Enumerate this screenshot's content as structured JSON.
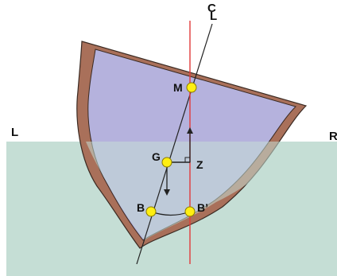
{
  "labels": {
    "centerline": "C",
    "centerline_sub": "L",
    "left_side": "L",
    "right_side": "R",
    "metacenter": "M",
    "center_of_gravity": "G",
    "heel_axis": "Z",
    "center_of_buoyancy": "B",
    "shifted_center_of_buoyancy": "B’"
  },
  "colors": {
    "water": "#c5ded5",
    "hull_interior": "#b5b2dd",
    "hull_shell": "#a9705a",
    "shell_outline": "#3b2a22",
    "point_fill": "#ffef12",
    "point_stroke": "#8a7b00",
    "vertical_line": "#e23a3a",
    "guide_line": "#222222"
  }
}
